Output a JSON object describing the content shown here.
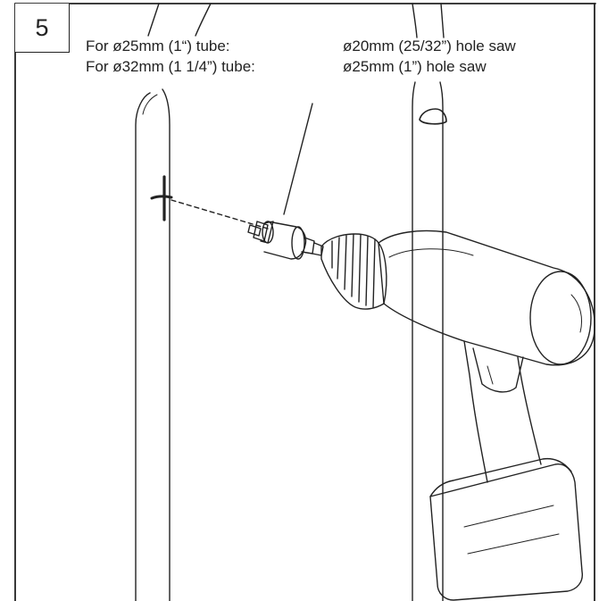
{
  "step": {
    "number": "5"
  },
  "specs": [
    {
      "tube": "For ø25mm (1“) tube:",
      "hole_saw": "ø20mm (25/32”) hole saw"
    },
    {
      "tube": "For ø32mm (1 1/4”) tube:",
      "hole_saw": "ø25mm (1”) hole saw"
    }
  ],
  "colors": {
    "line": "#222222",
    "background": "#ffffff"
  }
}
